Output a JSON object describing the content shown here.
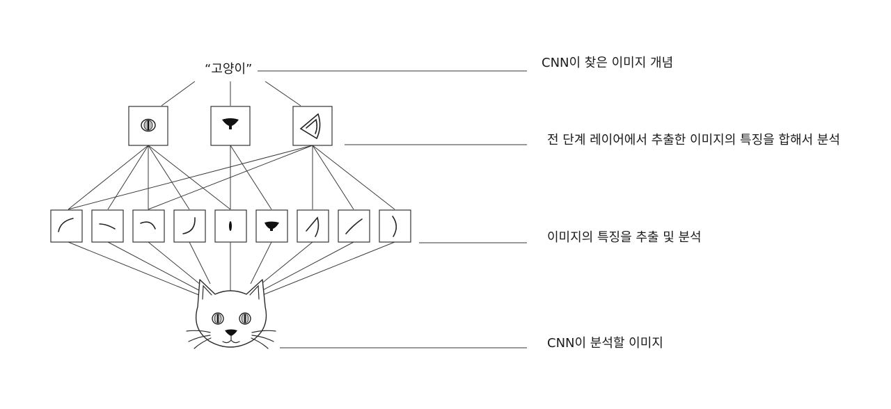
{
  "top_concept": "“고양이”",
  "levels": [
    {
      "id": "concept",
      "text": "CNN이 찾은 이미지 개념"
    },
    {
      "id": "combined",
      "text": "전 단계 레이어에서 추출한 이미지의 특징을 합해서 분석"
    },
    {
      "id": "features",
      "text": "이미지의 특징을 추출 및 분석"
    },
    {
      "id": "input",
      "text": "CNN이 분석할 이미지"
    }
  ],
  "upper_feature_icons": [
    "cat-eye-icon",
    "cat-nose-icon",
    "cat-ear-icon"
  ],
  "lower_feature_icons": [
    "arc-stroke-icon",
    "tilde-stroke-icon",
    "hook-stroke-icon",
    "curve-stroke-icon",
    "eye-slit-icon",
    "nose-shape-icon",
    "ear-stroke-icon",
    "diagonal-stroke-icon",
    "parenthesis-stroke-icon"
  ]
}
